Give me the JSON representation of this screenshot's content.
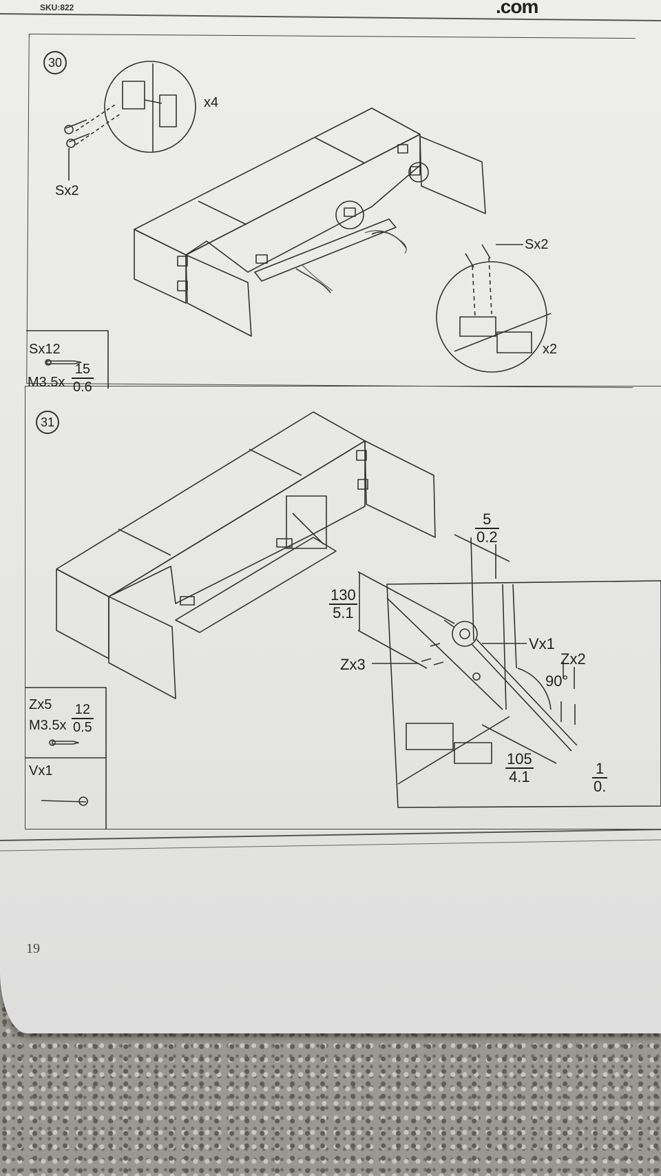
{
  "header": {
    "sku": "SKU:822",
    "brand": ".com"
  },
  "step30": {
    "number": "30",
    "callout_top_qty": "x4",
    "screw_label_left": "Sx2",
    "screw_label_right": "Sx2",
    "callout_bottom_qty": "x2",
    "parts": {
      "qty": "Sx12",
      "size_prefix": "M3.5x",
      "frac_num": "15",
      "frac_den": "0.6"
    }
  },
  "step31": {
    "number": "31",
    "parts_z": {
      "qty": "Zx5",
      "size_prefix": "M3.5x",
      "frac_num": "12",
      "frac_den": "0.5"
    },
    "parts_v": {
      "qty": "Vx1"
    },
    "dim_top": {
      "num": "5",
      "den": "0.2"
    },
    "dim_left": {
      "num": "130",
      "den": "5.1"
    },
    "dim_bottom": {
      "num": "105",
      "den": "4.1"
    },
    "dim_edge": {
      "num": "1",
      "den": "0."
    },
    "label_v": "Vx1",
    "label_z_right": "Zx2",
    "label_z_left": "Zx3",
    "angle": "90°"
  },
  "footer": {
    "page_number": "19"
  },
  "colors": {
    "paper": "#e9e9e7",
    "ink": "#222222",
    "carpet": "#9a9890"
  }
}
